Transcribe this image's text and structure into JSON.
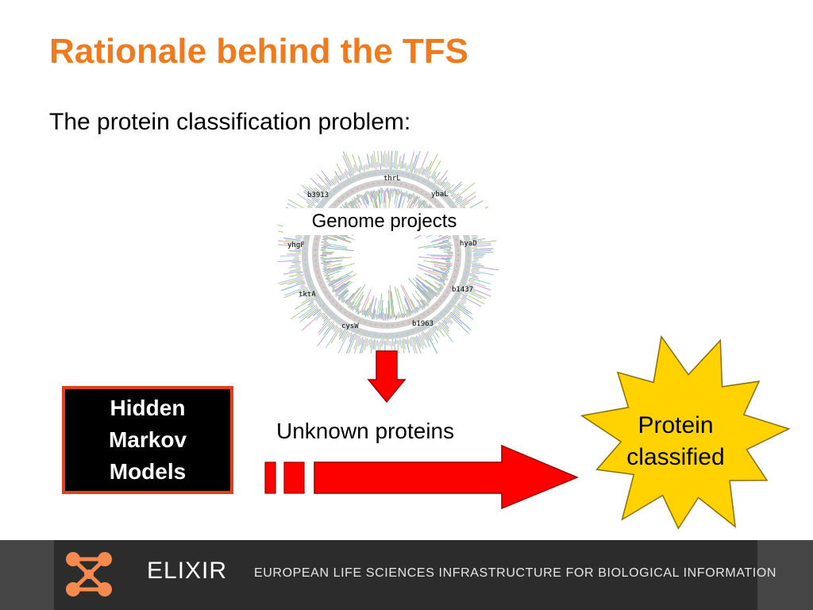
{
  "slide": {
    "title": "Rationale behind the TFS",
    "subtitle": "The protein classification problem:"
  },
  "genome": {
    "label": "Genome projects",
    "gene_labels": [
      "thrL",
      "ybaL",
      "b3913",
      "yhgF",
      "hyaD",
      "b1437",
      "tktA",
      "cysW",
      "b1963"
    ]
  },
  "hmm_box": {
    "lines": [
      "Hidden",
      "Markov",
      "Models"
    ]
  },
  "arrow_label": "Unknown proteins",
  "result": {
    "lines": [
      "Protein",
      "classified"
    ]
  },
  "footer": {
    "logo_text": "ELIXIR",
    "tagline": "EUROPEAN LIFE SCIENCES INFRASTRUCTURE FOR BIOLOGICAL INFORMATION"
  },
  "colors": {
    "title": "#f07a1e",
    "arrow_red": "#ff0000",
    "star_yellow": "#ffd200",
    "box_border": "#e2401a",
    "logo_orange": "#f58a4c"
  }
}
